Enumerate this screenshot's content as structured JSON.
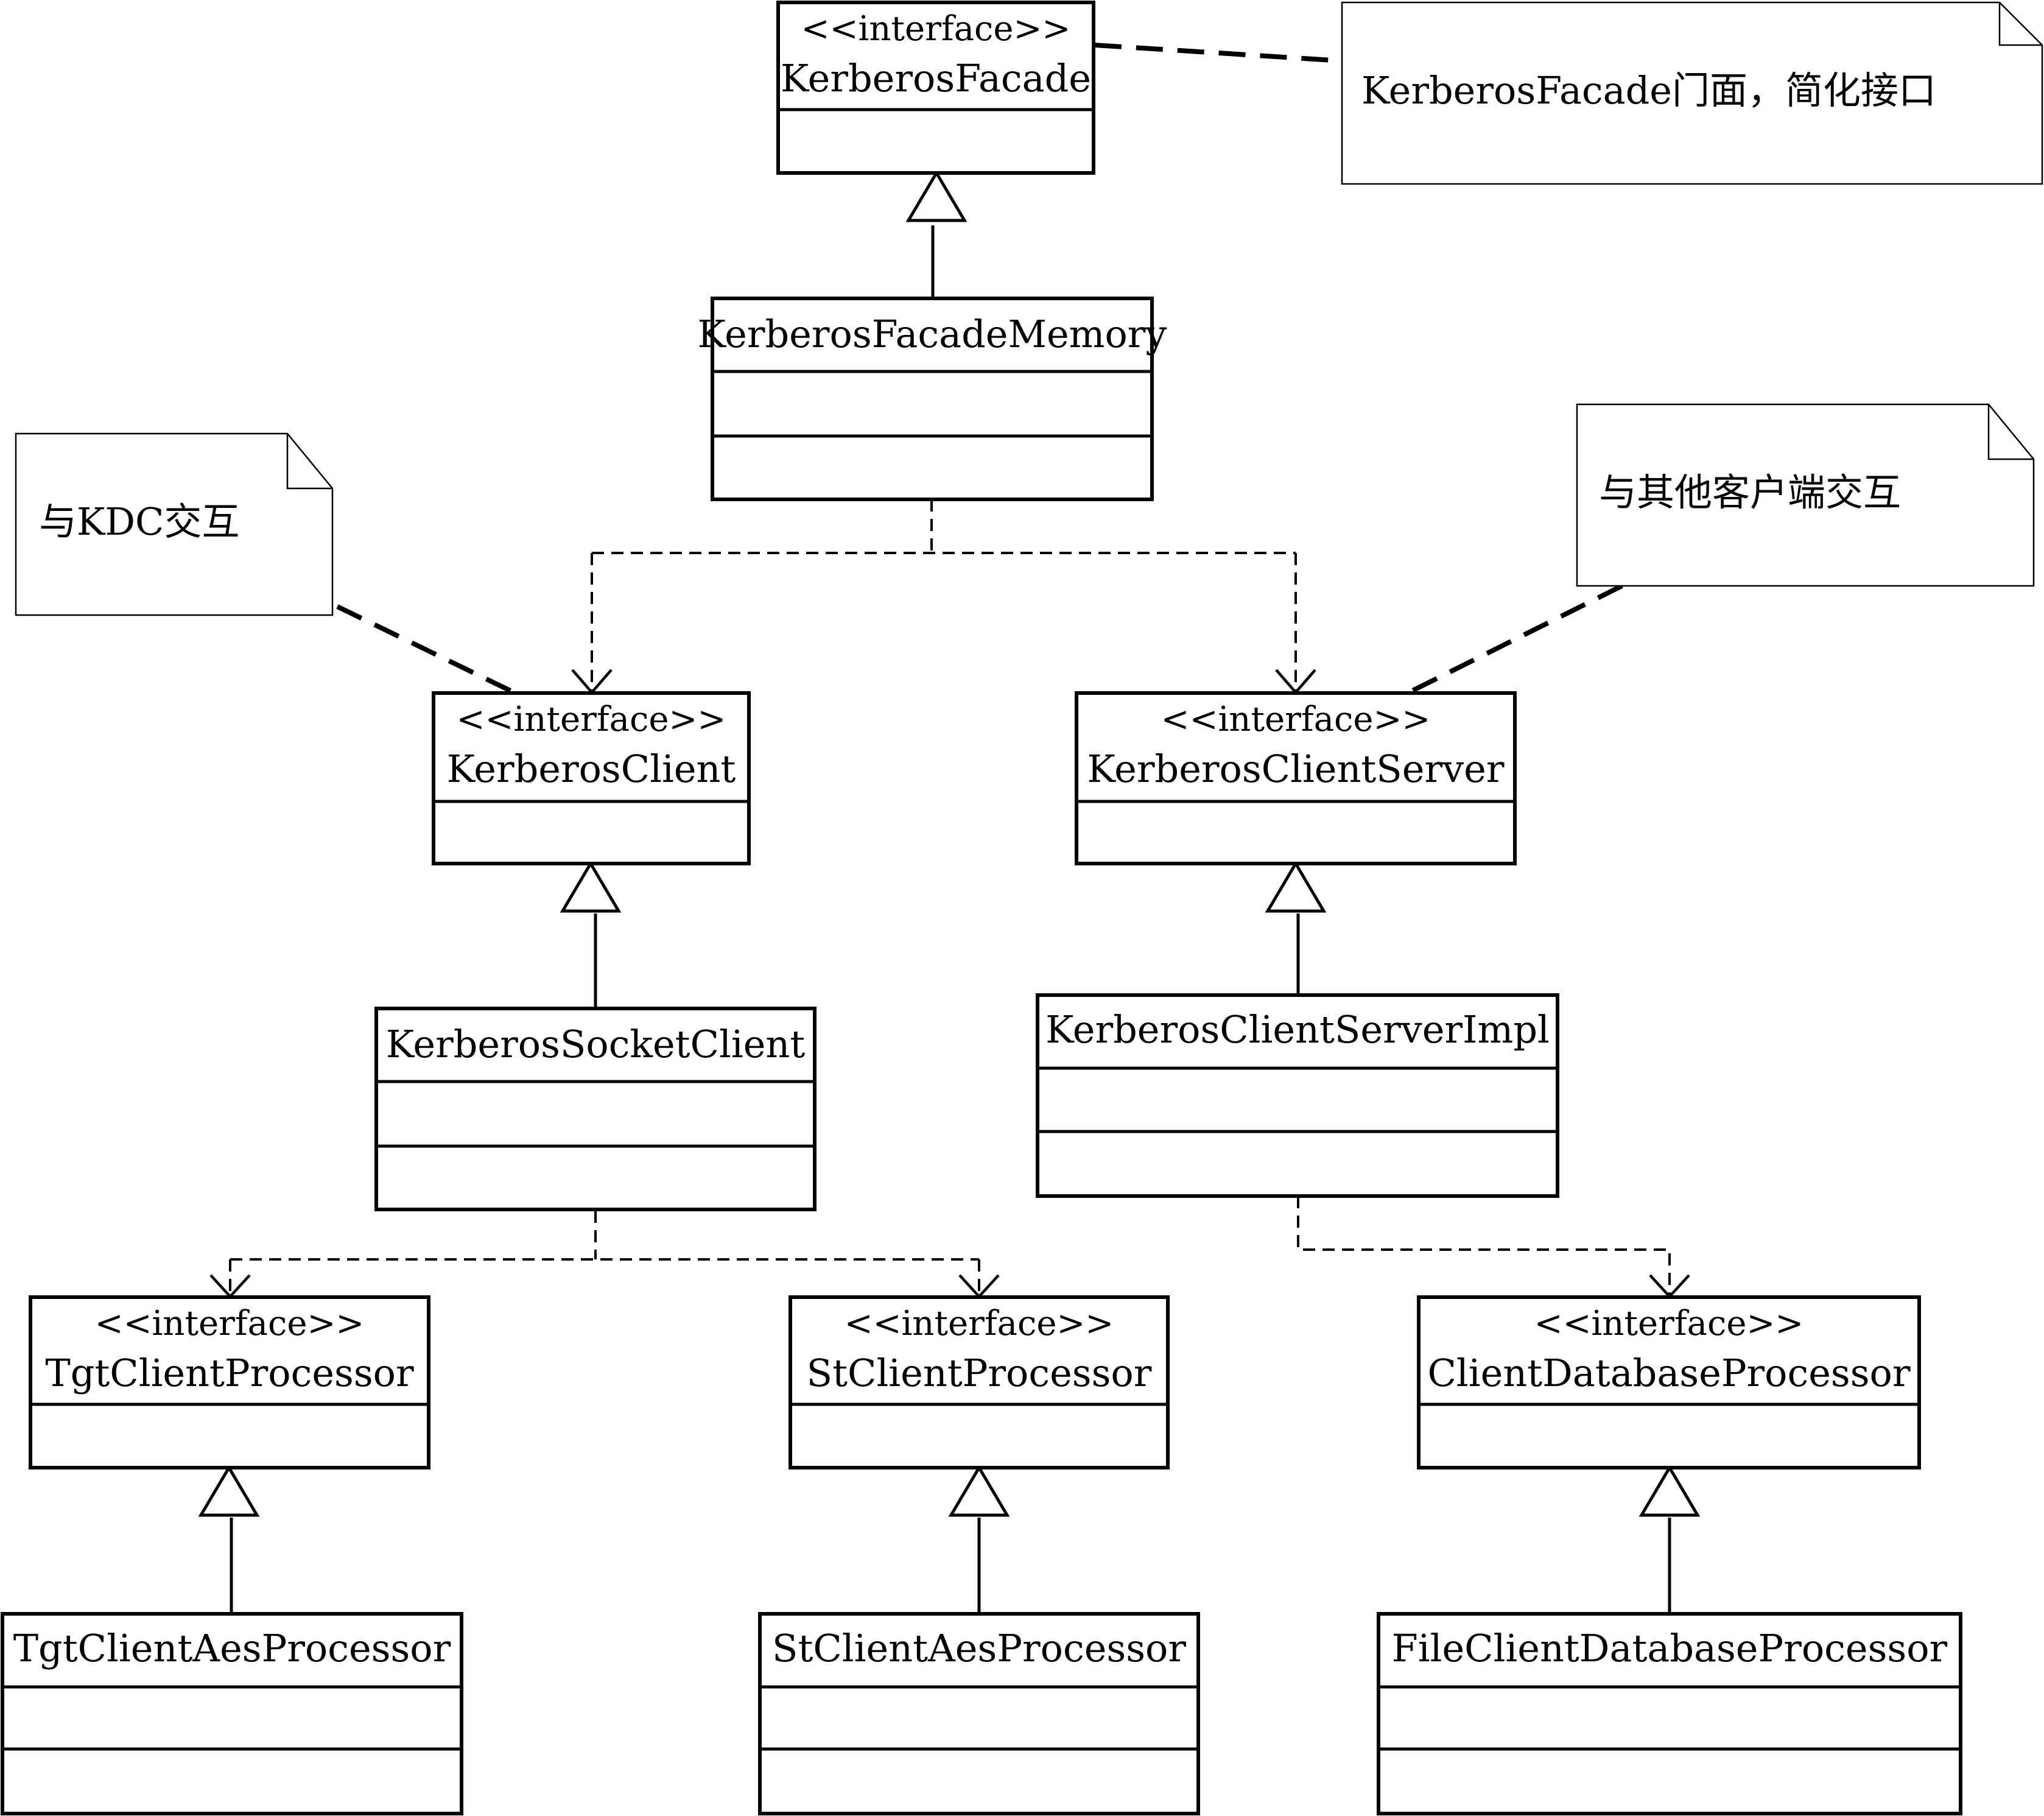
{
  "classes": {
    "kerberos_facade": {
      "stereotype": "<<interface>>",
      "name": "KerberosFacade"
    },
    "kerberos_facade_memory": {
      "name": "KerberosFacadeMemory"
    },
    "kerberos_client": {
      "stereotype": "<<interface>>",
      "name": "KerberosClient"
    },
    "kerberos_client_server": {
      "stereotype": "<<interface>>",
      "name": "KerberosClientServer"
    },
    "kerberos_socket_client": {
      "name": "KerberosSocketClient"
    },
    "kerberos_client_server_impl": {
      "name": "KerberosClientServerImpl"
    },
    "tgt_client_processor": {
      "stereotype": "<<interface>>",
      "name": "TgtClientProcessor"
    },
    "st_client_processor": {
      "stereotype": "<<interface>>",
      "name": "StClientProcessor"
    },
    "client_database_processor": {
      "stereotype": "<<interface>>",
      "name": "ClientDatabaseProcessor"
    },
    "tgt_client_aes_processor": {
      "name": "TgtClientAesProcessor"
    },
    "st_client_aes_processor": {
      "name": "StClientAesProcessor"
    },
    "file_client_database_processor": {
      "name": "FileClientDatabaseProcessor"
    }
  },
  "notes": {
    "facade_note": "KerberosFacade门面，简化接口",
    "kdc_note": "与KDC交互",
    "client_server_note": "与其他客户端交互"
  }
}
